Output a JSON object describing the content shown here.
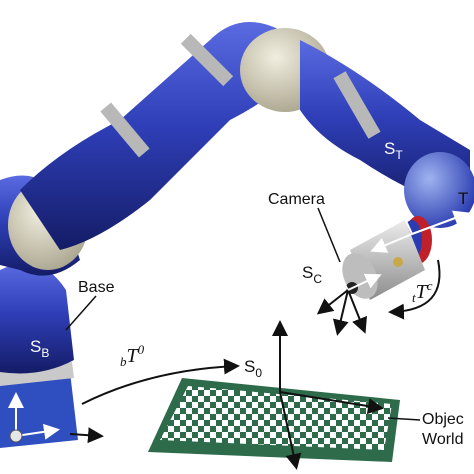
{
  "labels": {
    "base": "Base",
    "camera": "Camera",
    "frame_base_main": "S",
    "frame_base_sub": "B",
    "frame_tool_main": "S",
    "frame_tool_sub": "T",
    "frame_camera_main": "S",
    "frame_camera_sub": "C",
    "frame_zero_main": "S",
    "frame_zero_sub": "0",
    "transform_b0_pre": "b",
    "transform_b0_main": "T",
    "transform_b0_sup": "0",
    "transform_tc_pre": "t",
    "transform_tc_main": "T",
    "transform_tc_sup": "c",
    "tool_T": "T",
    "object_line1": "Objec",
    "object_line2": "World"
  },
  "colors": {
    "arm_blue": "#2f3fb8",
    "arm_blue_dark": "#1a2378",
    "joint_cream": "#d9d4bf",
    "ring_gray": "#b8b8b8",
    "board_green": "#2d6b4a",
    "camera_gray": "#c8c8c8",
    "accent_red": "#c0202a"
  }
}
